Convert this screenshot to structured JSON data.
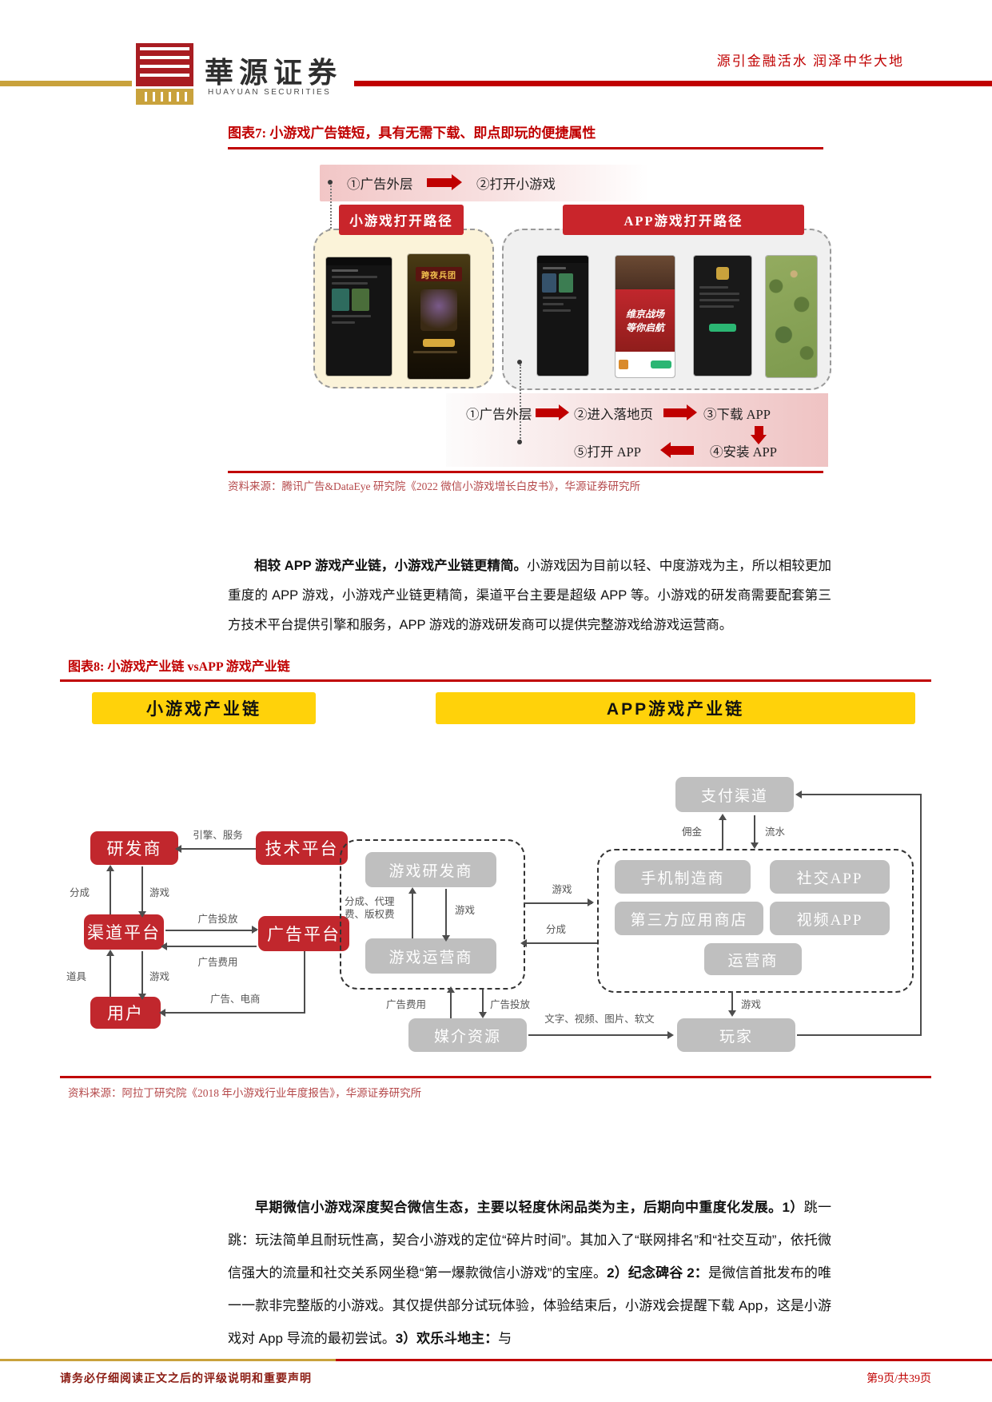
{
  "header": {
    "brand": "華源证券",
    "brand_en": "HUAYUAN SECURITIES",
    "slogan": "源引金融活水 润泽中华大地"
  },
  "figure7": {
    "title": "图表7: 小游戏广告链短，具有无需下载、即点即玩的便捷属性",
    "top_flow": {
      "step1": "①广告外层",
      "step2": "②打开小游戏"
    },
    "left_banner": "小游戏打开路径",
    "right_banner": "APP游戏打开路径",
    "phone2_title": "跨夜兵团",
    "phone4_line1": "维京战场",
    "phone4_line2": "等你启航",
    "bottom_flow": {
      "step1": "①广告外层",
      "step2": "②进入落地页",
      "step3": "③下载 APP",
      "step4": "④安装 APP",
      "step5": "⑤打开 APP"
    },
    "source": "资料来源：腾讯广告&DataEye 研究院《2022 微信小游戏增长白皮书》，华源证券研究所"
  },
  "paragraph1": {
    "segments": [
      {
        "b": true,
        "t": "相较 APP 游戏产业链，小游戏产业链更精简。"
      },
      {
        "b": false,
        "t": "小游戏因为目前以轻、中度游戏为主，所以相较更加重度的 APP 游戏，小游戏产业链更精简，渠道平台主要是超级 APP 等。小游戏的研发商需要配套第三方技术平台提供引擎和服务，APP 游戏的游戏研发商可以提供完整游戏给游戏运营商。"
      }
    ]
  },
  "figure8": {
    "title": "图表8: 小游戏产业链 vsAPP 游戏产业链",
    "source": "资料来源：阿拉丁研究院《2018 年小游戏行业年度报告》，华源证券研究所",
    "left_chain": {
      "header": "小游戏产业链",
      "developer": "研发商",
      "tech_platform": "技术平台",
      "channel_platform": "渠道平台",
      "ad_platform": "广告平台",
      "user": "用户",
      "lbl_engine": "引擎、服务",
      "lbl_share": "分成",
      "lbl_game1": "游戏",
      "lbl_ad_put": "广告投放",
      "lbl_ad_fee": "广告费用",
      "lbl_props": "道具",
      "lbl_game2": "游戏",
      "lbl_ad_ecom": "广告、电商"
    },
    "right_chain": {
      "header": "APP游戏产业链",
      "payment": "支付渠道",
      "lbl_commission": "佣金",
      "lbl_flow": "流水",
      "game_dev": "游戏研发商",
      "game_op": "游戏运营商",
      "lbl_share_fee": "分成、代理费、版权费",
      "lbl_game3": "游戏",
      "lbl_game4": "游戏",
      "lbl_share2": "分成",
      "phone_maker": "手机制造商",
      "social_app": "社交APP",
      "third_store": "第三方应用商店",
      "video_app": "视频APP",
      "carrier": "运营商",
      "media": "媒介资源",
      "player": "玩家",
      "lbl_ad_fee2": "广告费用",
      "lbl_ad_put2": "广告投放",
      "lbl_game5": "游戏",
      "lbl_media_forms": "文字、视频、图片、软文"
    }
  },
  "paragraph2": {
    "segments": [
      {
        "b": true,
        "t": "早期微信小游戏深度契合微信生态，主要以轻度休闲品类为主，后期向中重度化发展。1）"
      },
      {
        "b": false,
        "t": "跳一跳：玩法简单且耐玩性高，契合小游戏的定位“碎片时间”。其加入了“联网排名”和“社交互动”，依托微信强大的流量和社交关系网坐稳“第一爆款微信小游戏”的宝座。"
      },
      {
        "b": true,
        "t": "2）纪念碑谷 2："
      },
      {
        "b": false,
        "t": "是微信首批发布的唯一一款非完整版的小游戏。其仅提供部分试玩体验，体验结束后，小游戏会提醒下载 App，这是小游戏对 App 导流的最初尝试。"
      },
      {
        "b": true,
        "t": "3）欢乐斗地主："
      },
      {
        "b": false,
        "t": "与"
      }
    ]
  },
  "footer": {
    "disclaimer": "请务必仔细阅读正文之后的评级说明和重要声明",
    "page": "第9页/共39页"
  },
  "colors": {
    "brand_red": "#C00000",
    "gold": "#C9A23C",
    "banner_red": "#C9252B",
    "node_red": "#C1272D",
    "node_gray": "#BFBFBF",
    "header_yellow": "#FFD20A",
    "source_red": "#B5494B"
  }
}
